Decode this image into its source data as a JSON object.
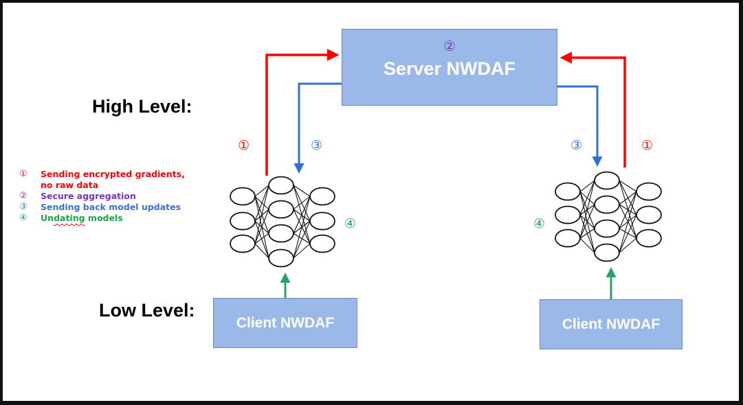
{
  "levels": {
    "high": "High Level:",
    "low": "Low Level:"
  },
  "server": {
    "number": "②",
    "title": "Server NWDAF"
  },
  "clients": {
    "left": "Client NWDAF",
    "right": "Client NWDAF"
  },
  "arrow_markers": {
    "send_left": "①",
    "return_left": "③",
    "return_right": "③",
    "send_right": "①",
    "update_left": "④",
    "update_right": "④"
  },
  "legend": [
    {
      "number": "①",
      "text_line1": "Sending encrypted gradients,",
      "text_line2": "no raw data",
      "color": "#ff0000"
    },
    {
      "number": "②",
      "text": "Secure aggregation",
      "color": "#7a35b5"
    },
    {
      "number": "③",
      "text": "Sending back model updates",
      "color": "#3b6fd1"
    },
    {
      "number": "④",
      "text_pre": "Un",
      "text_squiggle": "dating",
      "text_post": " models",
      "color": "#1fa34f"
    }
  ],
  "colors": {
    "gradient_arrow": "#ff0000",
    "update_arrow": "#2f6fd6",
    "local_arrow": "#2ea06a",
    "box_fill": "#9ab9e8",
    "box_text": "#ffffff",
    "aggregation": "#7a35b5"
  },
  "icons": {
    "neural_network_left": "neural-network-icon",
    "neural_network_right": "neural-network-icon"
  }
}
